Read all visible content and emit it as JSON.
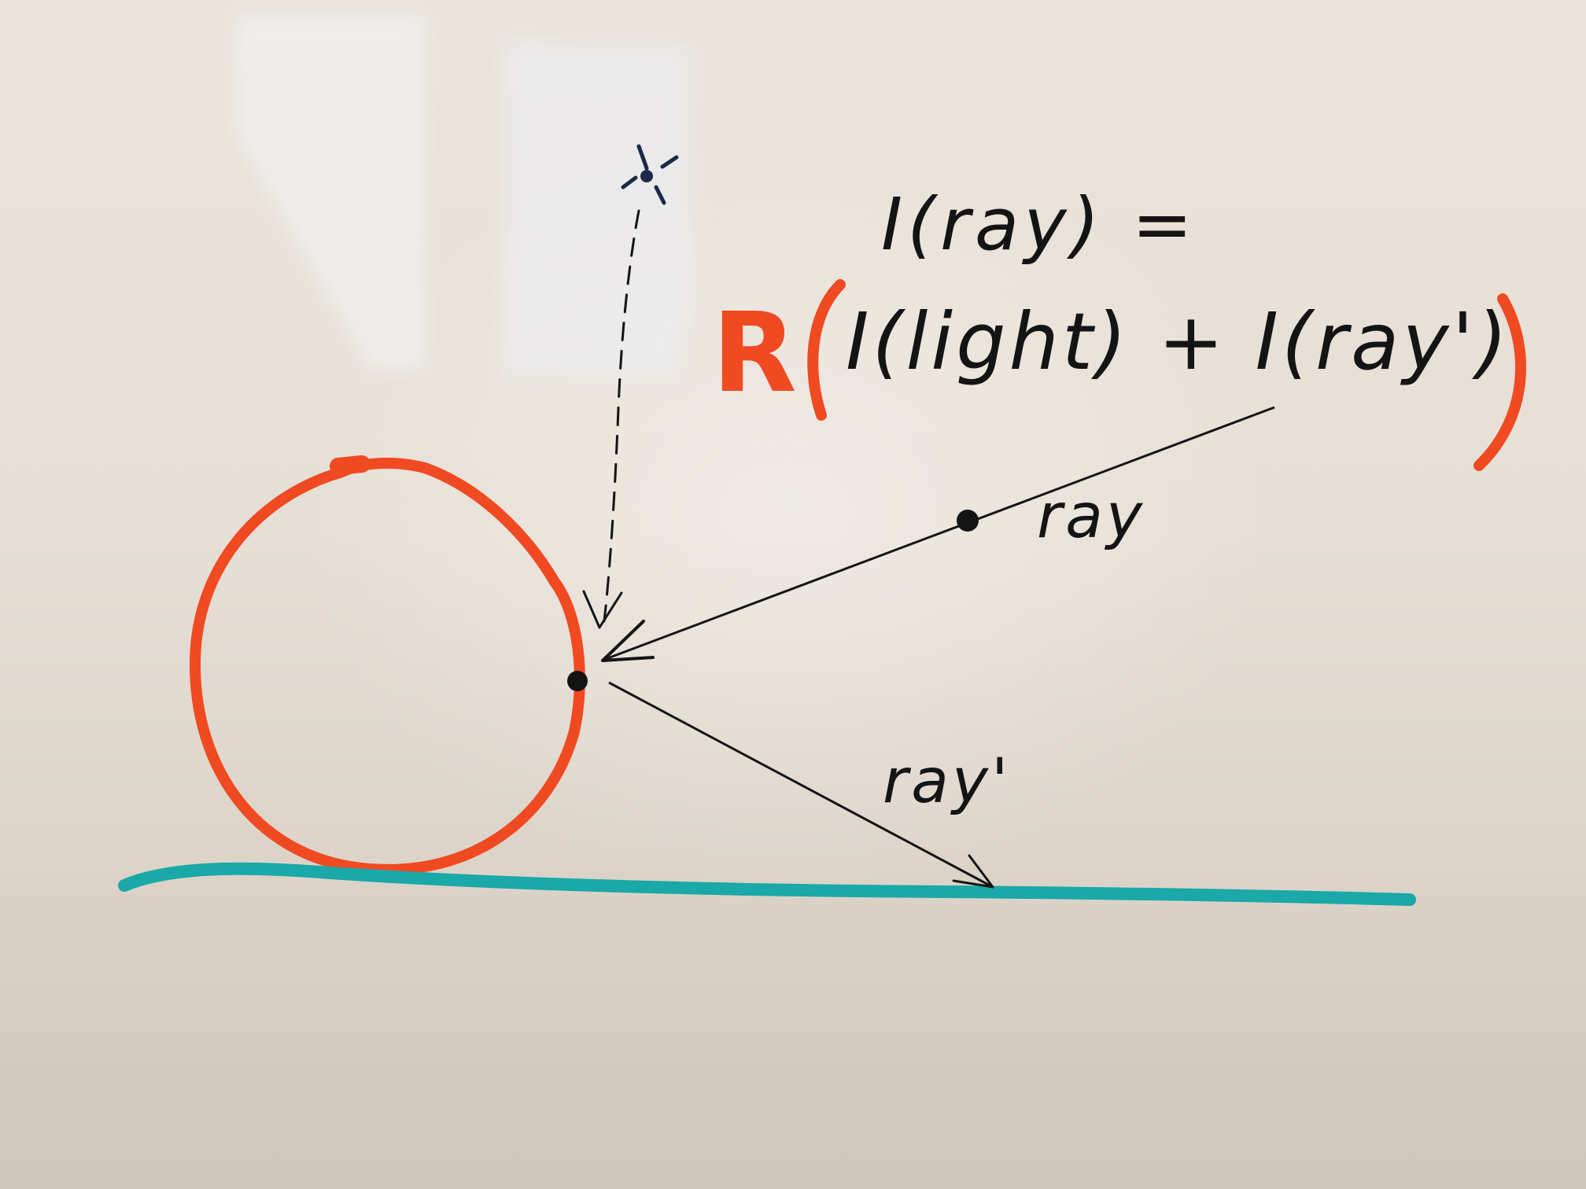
{
  "equation": {
    "lhs": "I(ray) =",
    "factor": "R",
    "rhs_inner": "I(light) + I(ray')"
  },
  "labels": {
    "incoming_ray": "ray",
    "reflected_ray": "ray'"
  },
  "colors": {
    "board": "#e6dfd5",
    "ink_black": "#141414",
    "ink_red": "#f04a23",
    "ink_teal": "#1aa8a8",
    "ink_navy": "#1b2a4a"
  },
  "icons": {
    "light_source": "light-source-icon"
  }
}
